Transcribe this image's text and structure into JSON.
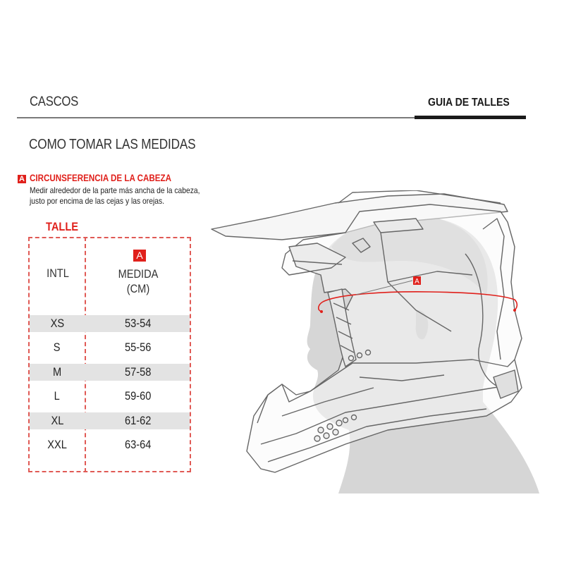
{
  "header": {
    "category": "CASCOS",
    "guide_title": "GUIA DE TALLES"
  },
  "section": {
    "title": "COMO TOMAR LAS MEDIDAS"
  },
  "measurement": {
    "badge": "A",
    "title": "CIRCUNSFERENCIA DE LA CABEZA",
    "description_line1": "Medir alrededor de la parte más ancha de la cabeza,",
    "description_line2": "justo por encima de las cejas y las orejas."
  },
  "size_table": {
    "label": "TALLE",
    "headers": {
      "intl": "INTL",
      "badge": "A",
      "medida_line1": "MEDIDA",
      "medida_line2": "(CM)"
    },
    "rows": [
      {
        "intl": "XS",
        "cm": "53-54"
      },
      {
        "intl": "S",
        "cm": "55-56"
      },
      {
        "intl": "M",
        "cm": "57-58"
      },
      {
        "intl": "L",
        "cm": "59-60"
      },
      {
        "intl": "XL",
        "cm": "61-62"
      },
      {
        "intl": "XXL",
        "cm": "63-64"
      }
    ]
  },
  "illustration": {
    "marker_label": "A",
    "accent_color": "#e0201b"
  }
}
